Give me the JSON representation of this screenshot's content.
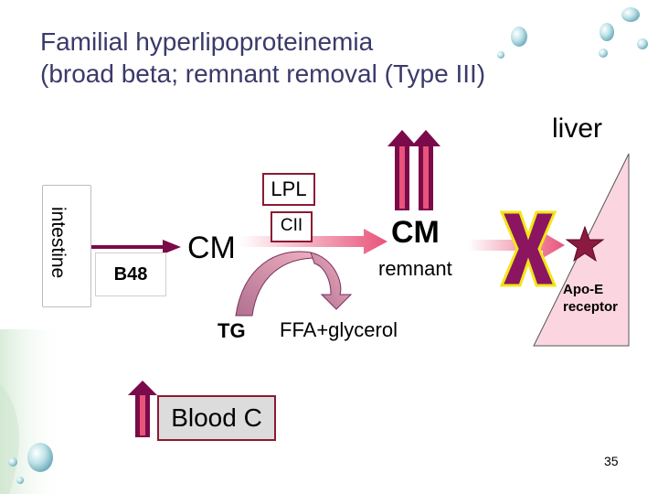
{
  "title": {
    "line1": "Familial hyperlipoproteinemia",
    "line2": "(broad beta; remnant removal (Type III)"
  },
  "labels": {
    "liver": "liver",
    "intestine": "intestine",
    "lpl": "LPL",
    "cii": "CII",
    "b48": "B48",
    "cm": "CM",
    "cm_remnant_top": "CM",
    "cm_remnant_bottom": "remnant",
    "tg": "TG",
    "ffa": "FFA+glycerol",
    "apoe_line1": "Apo-E",
    "apoe_line2": "receptor",
    "blood": "Blood C"
  },
  "page_number": "35",
  "colors": {
    "title_text": "#3a3a6a",
    "arrow_fill": "#e8547a",
    "arrow_dark": "#7a0a4a",
    "box_border": "#8b1a35",
    "liver_triangle": "#fbd6e0",
    "block_purple": "#8b1560",
    "star": "#8b1a40"
  }
}
